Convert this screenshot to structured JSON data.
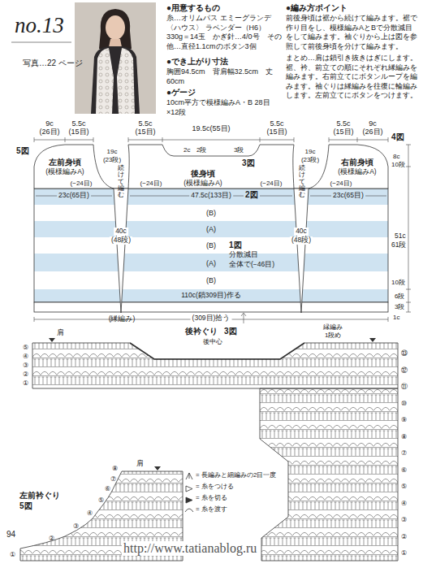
{
  "diagram": {
    "title": "no.13",
    "nodes": [
      {
        "text": [
          "左前身頃",
          "(模様編みA)"
        ]
      },
      {
        "text": [
          "後身頃",
          "(模様編みA)"
        ]
      },
      {
        "text": [
          "右前身頃",
          "(模様編みA)"
        ]
      },
      {
        "text": [
          "(縁編み)"
        ]
      }
    ],
    "labels": [
      "写真…22 ページ",
      "●用意するもの",
      "糸…オリムパス エミーグランデ〈ハウス〉 ラベンダー（H6）330g＝14玉　かぎ針…4/0号　その他…直径1.1cmのボタン3個",
      "●でき上がり寸法",
      "胸囲94.5cm　背肩幅32.5cm　丈60cm",
      "●ゲージ",
      "10cm平方で模様編みA・B 28目×12段",
      "●編み方ポイント",
      "前後身頃は裾から続けて編みます。裾で作り目をし、模様編みAとBで分散減目をして編みます。袖ぐりから上は図を参照して前後身頃を分けて編みます。",
      "まとめ…肩は鎖引き抜きはぎにします。裾、衿、前立ての順にそれぞれ縁編みを編みます。右前立てにボタンループを編みます。袖ぐりは縁編みを往復に輪編みします。左前立てにボタンをつけます。",
      "9c",
      "(26目)",
      "5.5c",
      "(15目)",
      "5.5c",
      "(15目)",
      "19.5c(55目)",
      "5.5c",
      "(15目)",
      "5.5c",
      "(15目)",
      "9c",
      "(26目)",
      "3段",
      "2c",
      "2段",
      "3図",
      "5図",
      "4図",
      "(−24目)",
      "(−24目)",
      "(−24目)",
      "(−24目)",
      "19c",
      "(23段)",
      "続けて編む",
      "19c",
      "(23段)",
      "続けて編む",
      "23c(65目)",
      "2図",
      "47.5c(133目)",
      "23c(65目)",
      "(B)",
      "(A)",
      "(B)",
      "1図",
      "分散減目",
      "全体で(−46目)",
      "(A)",
      "(B)",
      "40c",
      "(48段)",
      "40c",
      "(48段)",
      "8c",
      "10段",
      "51c",
      "61段",
      "10段",
      "6段",
      "1c",
      "3段",
      "110c(鎖309目)作る",
      "(309目)拾う",
      "肩",
      "後衿ぐり",
      "3図",
      "後中心",
      "縁編み",
      "1段め",
      "肩",
      "左前衿ぐり",
      "5図",
      "94",
      "http://www.tatianablog.ru",
      "①",
      "②",
      "③",
      "④",
      "⑤",
      "①",
      "②",
      "③",
      "④",
      "⑤",
      "⑥",
      "⑦",
      "⑧",
      "⑨",
      "⑩",
      "⑪",
      "⑫",
      "⑬",
      "①",
      "②",
      "③",
      "④",
      "⑤",
      "⑥",
      "⑦",
      "⑧"
    ],
    "legend": [
      {
        "text": "= 長編みと細編みの2目一度"
      },
      {
        "text": "= 糸をつける"
      },
      {
        "text": "= 糸を切る"
      },
      {
        "text": "= 糸を渡す"
      }
    ]
  }
}
